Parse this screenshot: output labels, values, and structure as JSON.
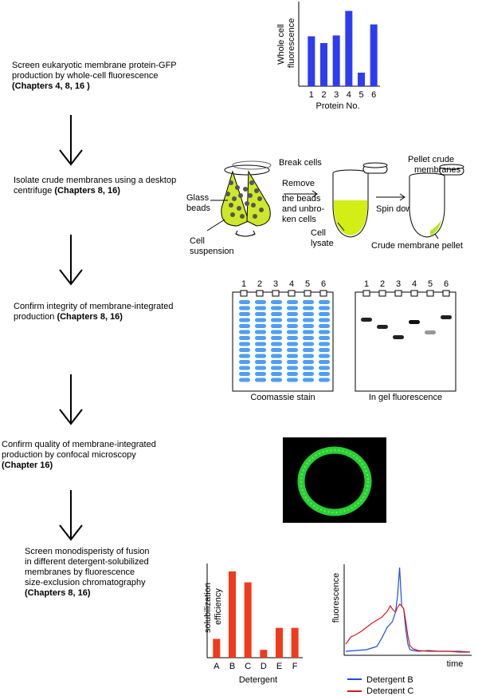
{
  "steps": [
    {
      "line1": "Screen eukaryotic membrane protein-GFP",
      "line2": "production by whole-cell fluorescence",
      "bold": "(Chapters 4, 8, 16 )"
    },
    {
      "line1": "Isolate crude membranes using a desktop",
      "line2_plain": "centrifuge ",
      "bold": "(Chapters 8, 16)"
    },
    {
      "line1": "Confirm integrity of membrane-integrated",
      "line2_plain": "production ",
      "bold": "(Chapters 8, 16)"
    },
    {
      "line1": "Confirm quality of membrane-integrated",
      "line2": "production by confocal microscopy",
      "bold": "(Chapter 16)"
    },
    {
      "line1": "Screen monodisperisty of fusion",
      "line2": "in different detergent-solubilized",
      "line3": "membranes by fluorescence",
      "line4": "size-exclusion chromatography",
      "bold": "(Chapters 8, 16)"
    }
  ],
  "centrifuge": {
    "glass_beads": [
      "Glass",
      "beads"
    ],
    "cell_suspension": [
      "Cell",
      "suspension"
    ],
    "break_cells": "Break cells",
    "remove": [
      "Remove",
      "the beads",
      "and unbro-",
      "ken cells"
    ],
    "cell_lysate": [
      "Cell",
      "lysate"
    ],
    "spin_down": "Spin down",
    "pellet_crude": [
      "Pellet crude",
      "membranes"
    ],
    "crude_pellet": "Crude membrane pellet"
  },
  "gels": {
    "lanes": [
      "1",
      "2",
      "3",
      "4",
      "5",
      "6"
    ],
    "coomassie_caption": "Coomassie stain",
    "fluor_caption": "In gel fluorescence"
  },
  "colors": {
    "gfp_bar": "#2e3cf0",
    "solub_bar": "#f03a1c",
    "detB": "#1f4be0",
    "detC": "#d41a1a",
    "coomassie": "#2f8df5",
    "lysate": "#ccee22",
    "confocal": "#2ee63a"
  },
  "chart_data": [
    {
      "type": "bar",
      "categories": [
        "1",
        "2",
        "3",
        "4",
        "5",
        "6"
      ],
      "values": [
        5.9,
        5.1,
        6.0,
        8.9,
        1.6,
        7.3
      ],
      "xlabel": "Protein No.",
      "ylabel": "Whole cell fluorescence",
      "ylim": [
        0,
        10
      ]
    },
    {
      "type": "bar",
      "categories": [
        "A",
        "B",
        "C",
        "D",
        "E",
        "F"
      ],
      "values": [
        1.2,
        5.5,
        4.8,
        0.5,
        1.9,
        1.9
      ],
      "xlabel": "Detergent",
      "ylabel": "solubilization efficiency",
      "ylim": [
        0,
        6
      ]
    },
    {
      "type": "line",
      "xlabel": "time",
      "ylabel": "fluorescence",
      "legend": [
        "Detergent B",
        "Detergent C"
      ],
      "series": [
        {
          "name": "Detergent B",
          "x": [
            0,
            10,
            20,
            30,
            35,
            40,
            45,
            48,
            50,
            52,
            54,
            56,
            58,
            60,
            62,
            65,
            70,
            80,
            90,
            100,
            110,
            120
          ],
          "y": [
            0.3,
            0.4,
            0.5,
            0.9,
            2,
            3.3,
            4,
            5.2,
            7.2,
            10.8,
            6,
            5.6,
            3,
            1.2,
            0.5,
            0.4,
            0.3,
            0.4,
            0.3,
            0.3,
            0.3,
            0.2
          ]
        },
        {
          "name": "Detergent C",
          "x": [
            0,
            5,
            10,
            15,
            20,
            25,
            30,
            35,
            40,
            43,
            45,
            48,
            50,
            52,
            54,
            56,
            58,
            60,
            62,
            65,
            70,
            80,
            90,
            100,
            110,
            120
          ],
          "y": [
            1.2,
            2.1,
            2.4,
            2.8,
            3.3,
            3.8,
            4.2,
            4.6,
            5.3,
            6,
            5.6,
            5.2,
            5.8,
            6.2,
            6,
            5.6,
            4,
            2.2,
            1,
            0.6,
            0.4,
            0.3,
            0.3,
            0.3,
            0.2,
            0.2
          ]
        }
      ]
    }
  ]
}
